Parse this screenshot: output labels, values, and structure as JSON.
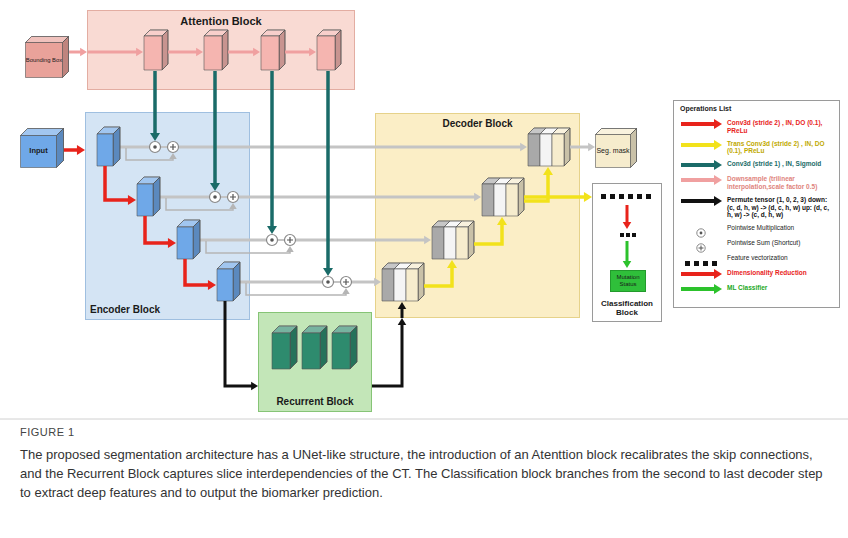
{
  "diagram": {
    "caption": "The proposed segmentation architecture has a UNet-like structure, the introduction of an Atenttion block recalibrates the skip connections, and the Recurrent Block captures slice interdependencies of the CT. The Classification block branches from the second to last decoder step to extract deep features and to output the biomarker prediction.",
    "nodes": [
      {
        "text": [
          "Attention Block"
        ]
      },
      {
        "text": [
          "Bounding Box"
        ]
      },
      {
        "text": [
          "Input"
        ]
      },
      {
        "text": [
          "Encoder Block"
        ]
      },
      {
        "text": [
          "Recurrent Block"
        ]
      },
      {
        "text": [
          "Decoder Block"
        ]
      },
      {
        "text": [
          "Seg. mask"
        ]
      },
      {
        "text": [
          "Classification Block"
        ]
      },
      {
        "text": [
          "Mutation Status"
        ],
        "in": 7
      }
    ],
    "edges": [
      {
        "from": 1,
        "to": 0,
        "arrow": "to"
      },
      {
        "from": 2,
        "to": 3,
        "arrow": "to"
      },
      {
        "from": 3,
        "to": 4,
        "arrow": "to"
      },
      {
        "from": 4,
        "to": 5,
        "arrow": "to"
      },
      {
        "from": 5,
        "to": 6,
        "arrow": "to"
      },
      {
        "from": 5,
        "to": 7,
        "arrow": "to"
      }
    ],
    "labels": [
      "FIGURE 1",
      "Operations List"
    ],
    "legend": [
      {
        "text": "Conv3d (stride 2) , IN, DO (0.1), PReLu",
        "color": "#e8231b"
      },
      {
        "text": "Trans Conv3d (stride 2) , IN, DO (0.1), PReLu",
        "color": "#f2e21b"
      },
      {
        "text": "Conv3d (stride 1) , IN, Sigmoid",
        "color": "#1a6b68"
      },
      {
        "text": "Downsample (trilinear interpolation,scale factor 0.5)",
        "color": "#f0a0a0"
      },
      {
        "text": "Permute tensor (1, 0, 2, 3) down: (c, d, h, w) -> (d, c, h, w) up: (d, c, h, w) -> (c, d, h, w)",
        "color": "#111111"
      },
      {
        "text": "Pointwise Multiplication"
      },
      {
        "text": "Pointwise Sum (Shortcut)"
      },
      {
        "text": "Feature vectorization"
      },
      {
        "text": "Dimensionality Reduction",
        "color": "#e8231b"
      },
      {
        "text": "ML Classifier",
        "color": "#2cc22c"
      }
    ]
  }
}
